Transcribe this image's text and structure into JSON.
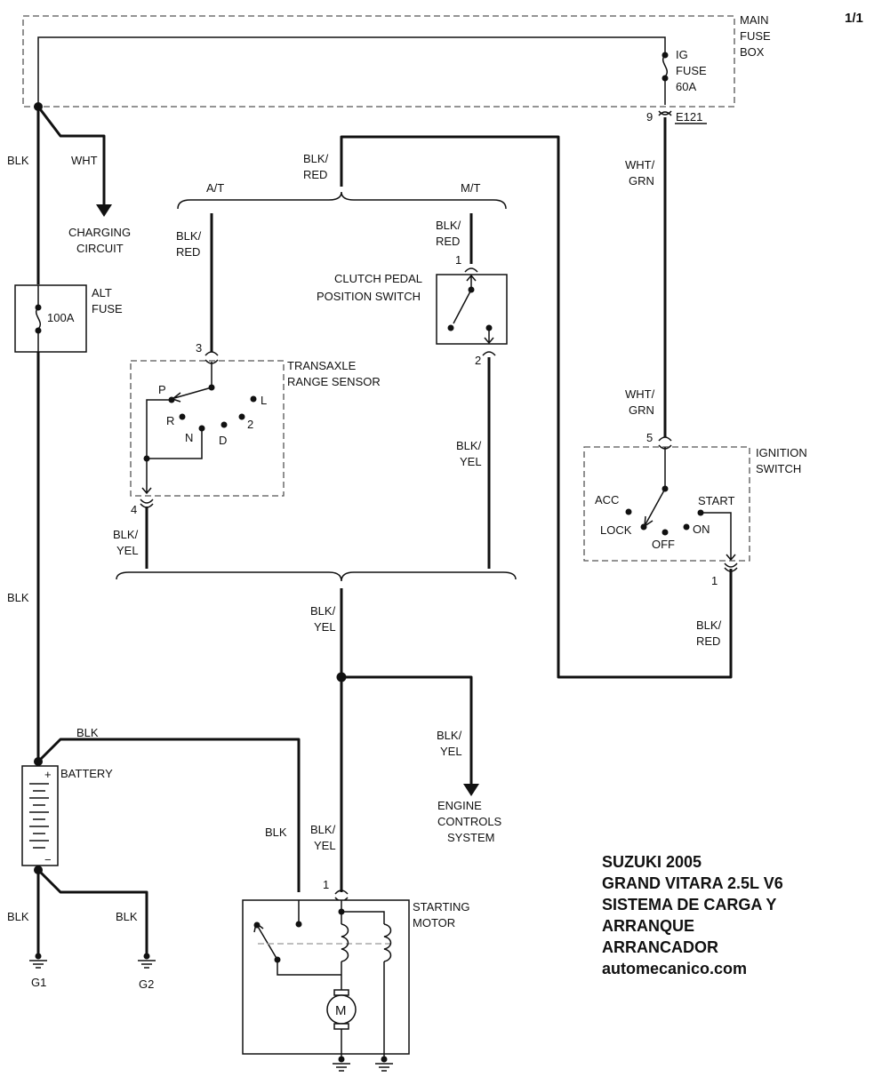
{
  "page_number": "1/1",
  "title_block": {
    "line1": "SUZUKI 2005",
    "line2": "GRAND VITARA 2.5L V6",
    "line3": "SISTEMA DE CARGA Y",
    "line4": "ARRANQUE",
    "line5": "ARRANCADOR",
    "line6": "automecanico.com"
  },
  "main_fuse_box": {
    "line1": "MAIN",
    "line2": "FUSE",
    "line3": "BOX"
  },
  "ig_fuse": {
    "line1": "IG",
    "line2": "FUSE",
    "line3": "60A",
    "pin": "9",
    "connector": "E121"
  },
  "alt_fuse": {
    "line1": "ALT",
    "line2": "FUSE",
    "rating": "100A"
  },
  "charging_circuit": {
    "line1": "CHARGING",
    "line2": "CIRCUIT"
  },
  "wires": {
    "blk": "BLK",
    "wht": "WHT",
    "blk_slash": "BLK/",
    "red": "RED",
    "yel": "YEL",
    "wht_slash": "WHT/",
    "grn": "GRN"
  },
  "transmission": {
    "at": "A/T",
    "mt": "M/T"
  },
  "clutch_switch": {
    "line1": "CLUTCH PEDAL",
    "line2": "POSITION SWITCH",
    "pin_in": "1",
    "pin_out": "2"
  },
  "range_sensor": {
    "line1": "TRANSAXLE",
    "line2": "RANGE SENSOR",
    "pin_in": "3",
    "pin_out": "4",
    "positions": {
      "p": "P",
      "r": "R",
      "n": "N",
      "d": "D",
      "two": "2",
      "l": "L"
    }
  },
  "ignition_switch": {
    "line1": "IGNITION",
    "line2": "SWITCH",
    "pin_in": "5",
    "pin_out": "1",
    "positions": {
      "acc": "ACC",
      "lock": "LOCK",
      "off": "OFF",
      "on": "ON",
      "start": "START"
    }
  },
  "engine_controls": {
    "line1": "ENGINE",
    "line2": "CONTROLS",
    "line3": "SYSTEM"
  },
  "battery": {
    "label": "BATTERY",
    "plus": "+",
    "minus": "−"
  },
  "grounds": {
    "g1": "G1",
    "g2": "G2"
  },
  "starting_motor": {
    "line1": "STARTING",
    "line2": "MOTOR",
    "pin": "1",
    "motor": "M"
  }
}
